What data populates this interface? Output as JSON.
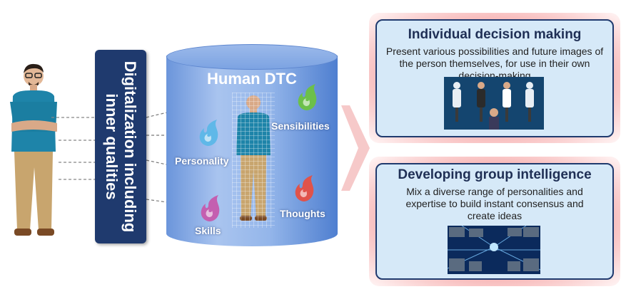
{
  "banner": {
    "text": "Digitalization including inner qualities"
  },
  "cylinder": {
    "title": "Human DTC",
    "qualities": [
      {
        "label": "Personality",
        "color": "#5fb8e8"
      },
      {
        "label": "Sensibilities",
        "color": "#6cc04a"
      },
      {
        "label": "Thoughts",
        "color": "#e0534a"
      },
      {
        "label": "Skills",
        "color": "#c45fb0"
      }
    ]
  },
  "panels": [
    {
      "title": "Individual decision making",
      "text": "Present various possibilities and future images of the person themselves, for use in their own decision-making"
    },
    {
      "title": "Developing group intelligence",
      "text": "Mix a diverse range of personalities  and expertise  to build instant  consensus and create ideas"
    }
  ],
  "colors": {
    "banner": "#1f3a6e",
    "cylinder": "#7ca3e2",
    "panel_fill": "#d6e9f8",
    "panel_glow": "#f07878",
    "arrow": "#f6c9c9"
  }
}
